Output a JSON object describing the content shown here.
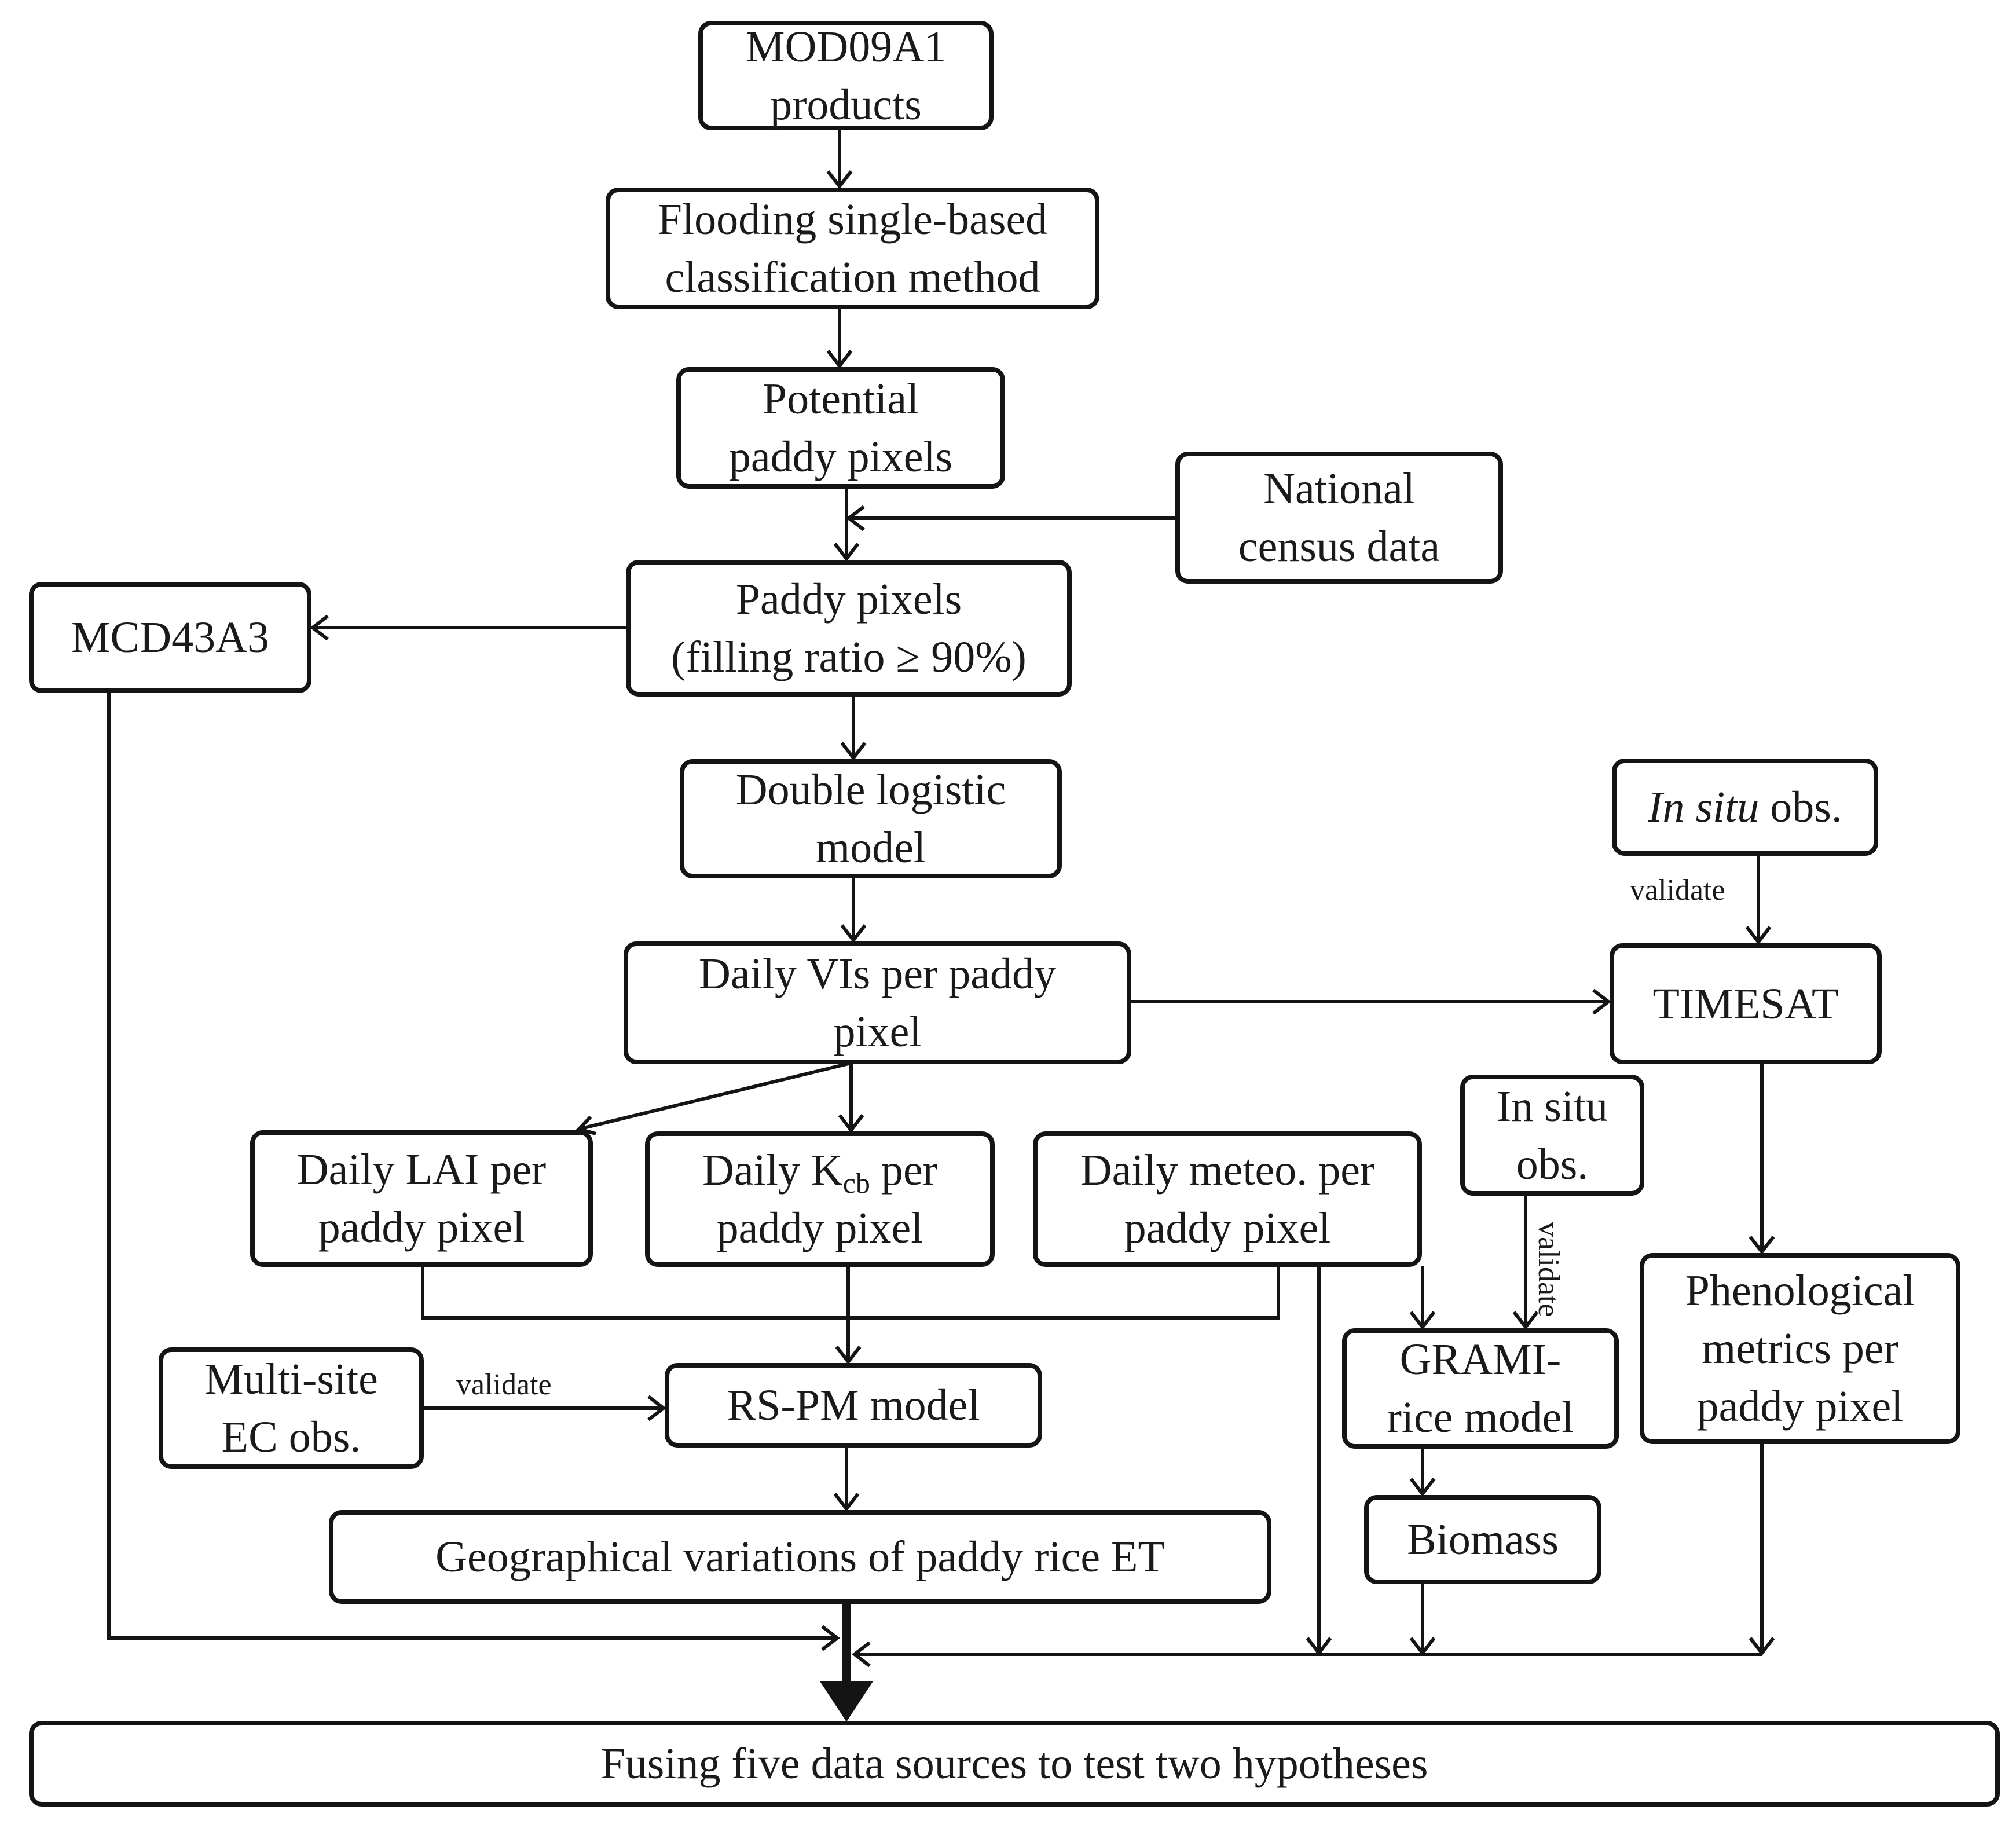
{
  "nodes": {
    "mod09a1": {
      "line1": "MOD09A1",
      "line2": "products"
    },
    "flooding": {
      "line1": "Flooding single-based",
      "line2": "classification method"
    },
    "potential": {
      "line1": "Potential",
      "line2": "paddy pixels"
    },
    "census": {
      "line1": "National",
      "line2": "census data"
    },
    "paddy": {
      "line1": "Paddy pixels",
      "line2": "(filling ratio ≥ 90%)"
    },
    "mcd43a3": {
      "label": "MCD43A3"
    },
    "double_logistic": {
      "line1": "Double logistic",
      "line2": "model"
    },
    "insitu_top": {
      "italic": "In situ",
      "rest": " obs."
    },
    "daily_vis": {
      "line1": "Daily VIs per paddy",
      "line2": "pixel"
    },
    "timesat": {
      "label": "TIMESAT"
    },
    "insitu_mid": {
      "line1": "In situ",
      "line2": "obs."
    },
    "daily_lai": {
      "line1": "Daily LAI per",
      "line2": "paddy pixel"
    },
    "daily_kcb": {
      "line1_pre": "Daily K",
      "line1_sub": "cb",
      "line1_post": " per",
      "line2": "paddy pixel"
    },
    "daily_meteo": {
      "line1": "Daily meteo. per",
      "line2": "paddy pixel"
    },
    "phenological": {
      "line1": "Phenological",
      "line2": "metrics per",
      "line3": "paddy pixel"
    },
    "grami": {
      "line1": "GRAMI-",
      "line2": "rice model"
    },
    "multisite": {
      "line1": "Multi-site",
      "line2": "EC obs."
    },
    "rspm": {
      "label": "RS-PM model"
    },
    "geo_var": {
      "label": "Geographical variations of paddy rice ET"
    },
    "biomass": {
      "label": "Biomass"
    },
    "fusing": {
      "label": "Fusing five data sources to test two hypotheses"
    }
  },
  "edge_labels": {
    "validate_timesat": "validate",
    "validate_grami": "validate",
    "validate_rspm": "validate"
  },
  "colors": {
    "stroke": "#141414",
    "text": "#1a1a1a",
    "background": "#ffffff"
  }
}
